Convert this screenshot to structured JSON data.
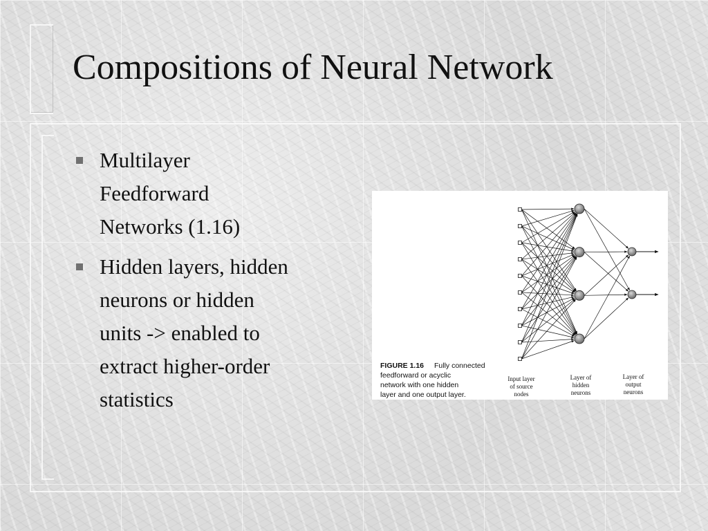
{
  "slide": {
    "title": "Compositions of Neural Network",
    "bullets": [
      {
        "lines": [
          "Multilayer",
          "Feedforward",
          "Networks (1.16)"
        ]
      },
      {
        "lines": [
          "Hidden layers, hidden",
          "neurons or hidden",
          "units -> enabled to",
          "extract higher-order",
          "statistics"
        ]
      }
    ]
  },
  "figure": {
    "caption_label": "FIGURE 1.16",
    "caption_lines": [
      "Fully connected",
      "feedforward or acyclic",
      "network with one hidden",
      "layer and one output layer."
    ],
    "layer_labels": [
      {
        "lines": [
          "Input layer",
          "of source",
          "nodes"
        ]
      },
      {
        "lines": [
          "Layer of",
          "hidden",
          "neurons"
        ]
      },
      {
        "lines": [
          "Layer of",
          "output",
          "neurons"
        ]
      }
    ],
    "network": {
      "input_nodes": 10,
      "hidden_neurons": 4,
      "output_neurons": 2,
      "fully_connected": true
    }
  }
}
